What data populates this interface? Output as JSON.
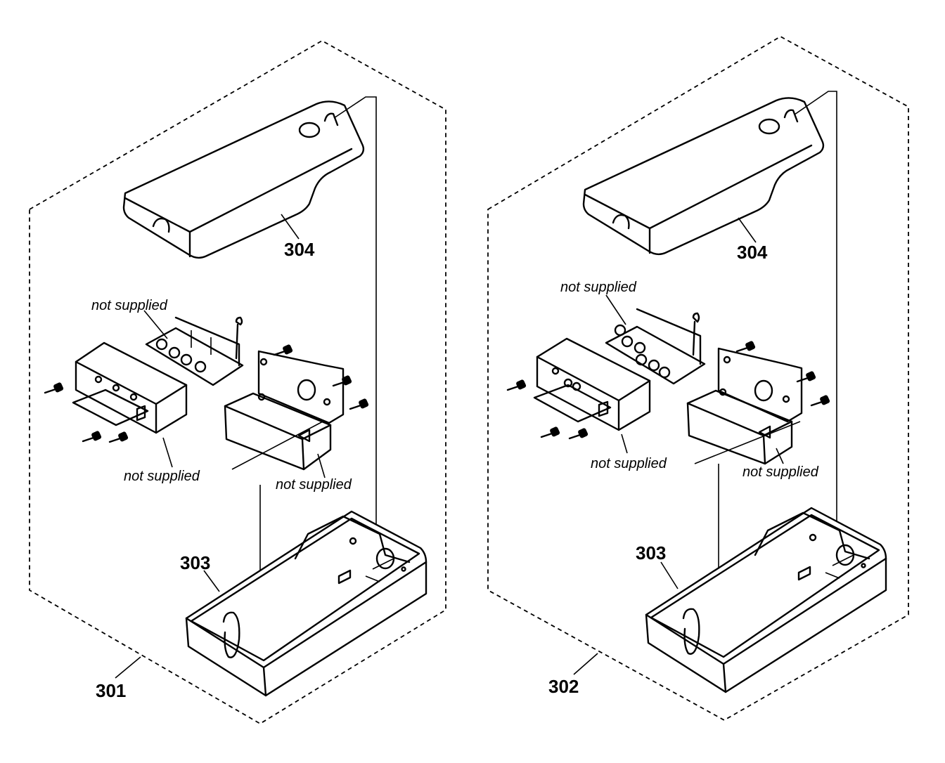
{
  "labels": {
    "assembly_left": "301",
    "assembly_right": "302",
    "cover_left": "304",
    "cover_right": "304",
    "case_left": "303",
    "case_right": "303",
    "left_top_note": "not supplied",
    "left_bottom_note": "not supplied",
    "left_bracket_note": "not supplied",
    "right_top_note": "not supplied",
    "right_bottom_note": "not supplied",
    "right_bracket_note": "not supplied"
  }
}
